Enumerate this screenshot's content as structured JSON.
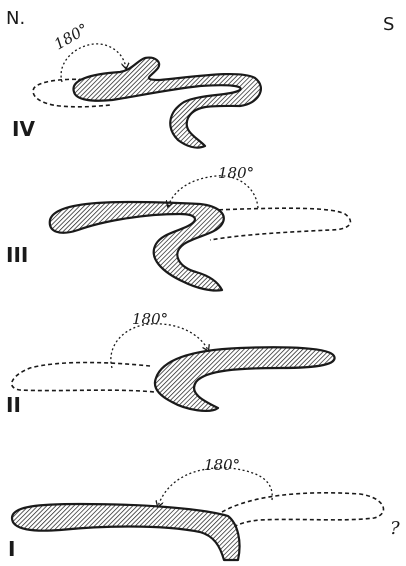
{
  "colors": {
    "ink": "#1a1a1a",
    "background": "#ffffff"
  },
  "compass": {
    "north": "N.",
    "south": "S"
  },
  "stages": [
    {
      "numeral": "IV",
      "rotation_label": "180°"
    },
    {
      "numeral": "III",
      "rotation_label": "180°"
    },
    {
      "numeral": "II",
      "rotation_label": "180°"
    },
    {
      "numeral": "I",
      "rotation_label": "180°"
    }
  ],
  "question_mark": "?"
}
